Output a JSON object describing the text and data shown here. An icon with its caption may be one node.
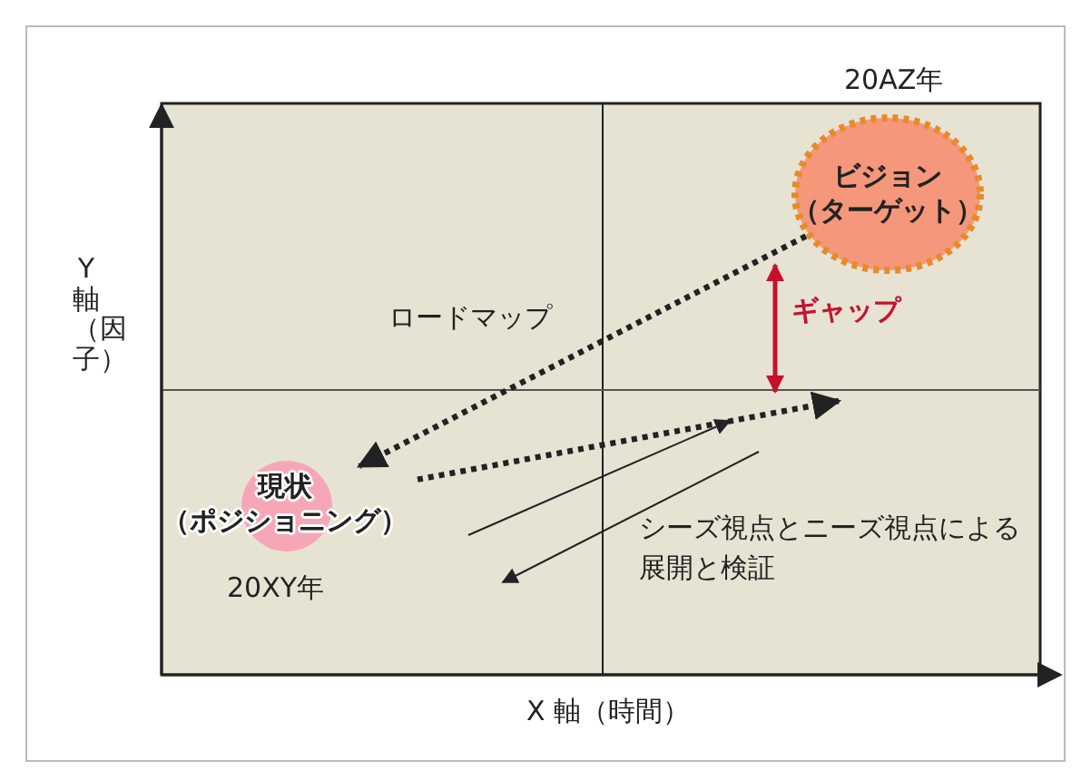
{
  "diagram": {
    "nodes": [
      {
        "text": [
          "ビジョン",
          "（ターゲット）"
        ],
        "beside": [
          "20AZ年"
        ]
      },
      {
        "text": [
          "現状",
          "（ポジショニング）"
        ],
        "beside": [
          "20XY年"
        ]
      }
    ],
    "edges": [
      {
        "from": 0,
        "to": 1,
        "arrow": "to",
        "style": "dashed"
      },
      {
        "from": 1,
        "to": null,
        "arrow": "to",
        "style": "dashed"
      }
    ],
    "labels": [
      "Y 軸（因子）",
      "ロードマップ",
      "ギャップ",
      "シーズ視点とニーズ視点による展開と検証",
      "X 軸（時間）"
    ]
  }
}
